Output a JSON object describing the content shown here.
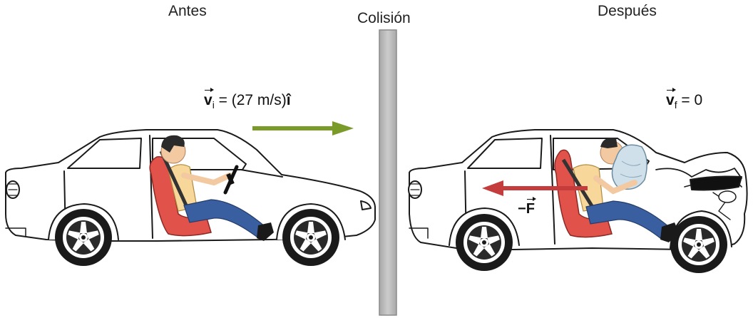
{
  "labels": {
    "before": "Antes",
    "collision": "Colisión",
    "after": "Después"
  },
  "equations": {
    "initial": {
      "vector": "v",
      "subscript": "i",
      "rhs": " = (27 m/s)",
      "unit_vector": "î"
    },
    "final": {
      "vector": "v",
      "subscript": "f",
      "rhs": " = 0"
    },
    "force": {
      "sign": "−",
      "vector": "F"
    }
  },
  "colors": {
    "velocity_arrow": "#7a9a2a",
    "force_arrow": "#c43c3c",
    "wall": "#bdbdbd",
    "seat": "#e0524a",
    "shirt": "#f7d89a",
    "jeans": "#3a5fa0",
    "skin": "#f2c9a0",
    "airbag": "#cfe0ea"
  },
  "icons": [
    "car-icon",
    "driver-icon",
    "steering-wheel-icon",
    "airbag-icon",
    "wheel-icon"
  ]
}
